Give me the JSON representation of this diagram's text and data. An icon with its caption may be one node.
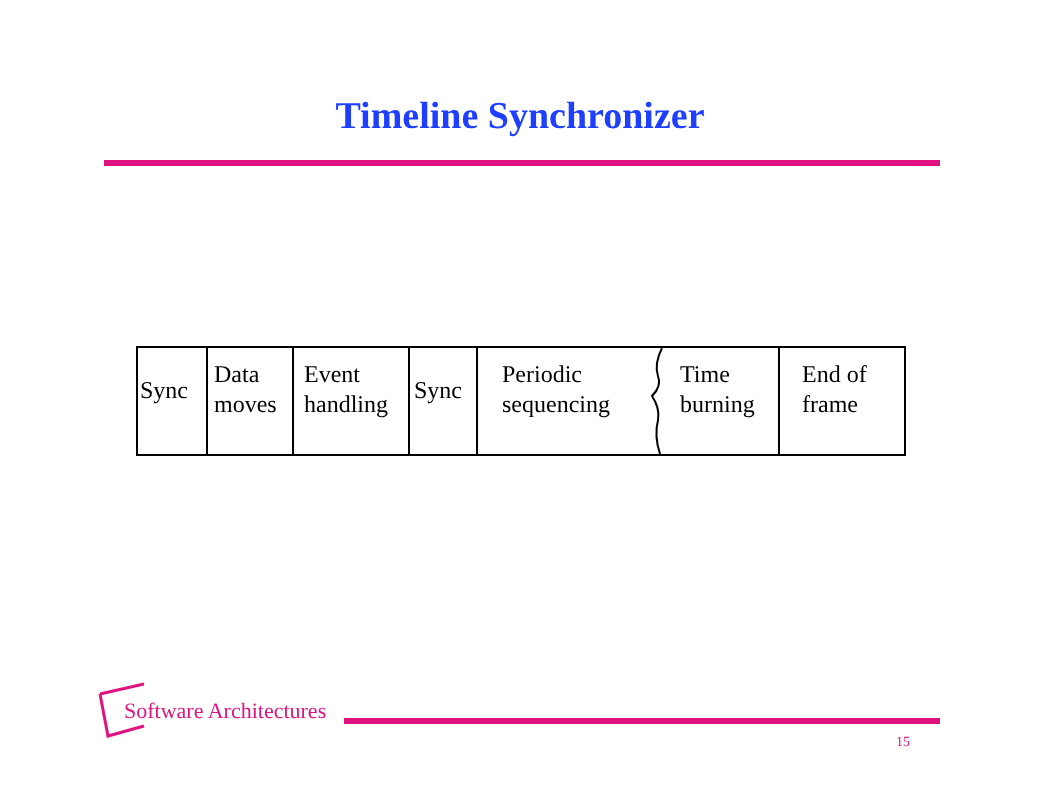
{
  "diagram": {
    "title": "Timeline Synchronizer",
    "nodes": [
      {
        "text": [
          "Sync"
        ]
      },
      {
        "text": [
          "Data moves"
        ]
      },
      {
        "text": [
          "Event handling"
        ]
      },
      {
        "text": [
          "Sync"
        ]
      },
      {
        "text": [
          "Periodic sequencing"
        ]
      },
      {
        "text": [
          "Time burning"
        ]
      },
      {
        "text": [
          "End of frame"
        ]
      }
    ],
    "labels": [
      "Software Architectures",
      "15"
    ]
  }
}
